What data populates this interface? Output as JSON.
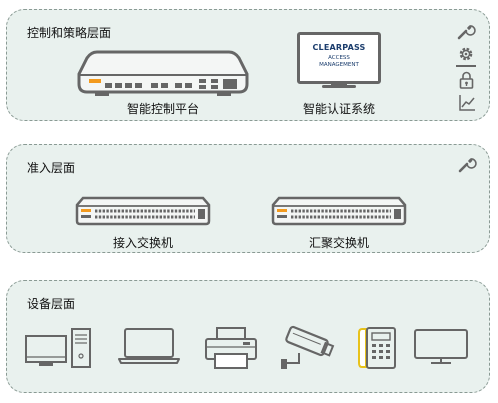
{
  "layers": {
    "control": {
      "title": "控制和策略层面",
      "devices": [
        {
          "caption": "智能控制平台"
        },
        {
          "caption": "智能认证系统",
          "screen_lines": [
            "CLEARPASS",
            "ACCESS",
            "MANAGEMENT"
          ]
        }
      ],
      "side_icons": [
        "wrench-icon",
        "gear-icon",
        "lock-icon",
        "chart-icon"
      ]
    },
    "access": {
      "title": "准入层面",
      "devices": [
        {
          "caption": "接入交换机"
        },
        {
          "caption": "汇聚交换机"
        }
      ],
      "side_icons": [
        "wrench-icon"
      ]
    },
    "device": {
      "title": "设备层面",
      "icons": [
        "desktop-pc-icon",
        "laptop-icon",
        "printer-icon",
        "security-camera-icon",
        "ip-phone-icon",
        "tv-icon"
      ]
    }
  },
  "colors": {
    "panel_bg": "#e9f1ee",
    "panel_border": "#8a9a94",
    "device_gray": "#666666",
    "accent_orange": "#f39a1e",
    "screen_text": "#1b3d6d",
    "phone_yellow": "#e8c21a"
  }
}
